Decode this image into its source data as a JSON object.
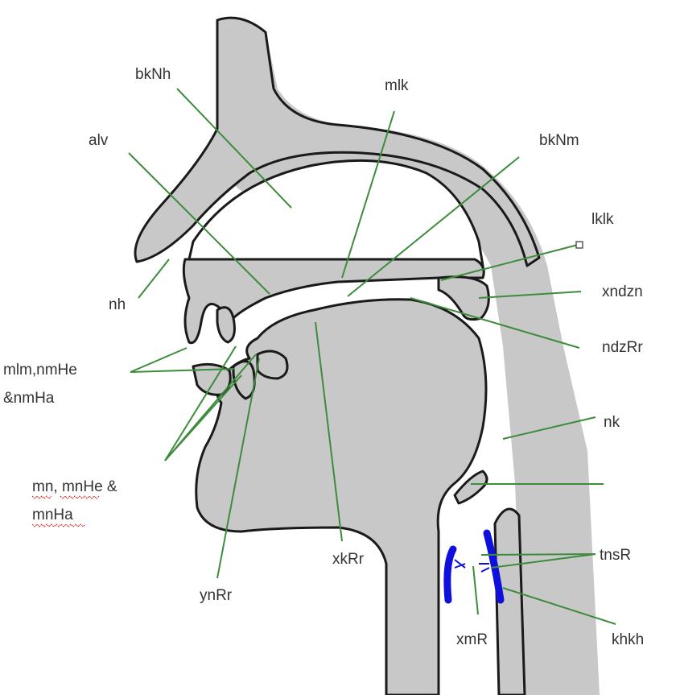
{
  "labels": {
    "nasal_cavity": "bkNh",
    "alveolar": "alv",
    "hard_palate": "mlk",
    "soft_palate": "bkNm",
    "uvula": "lklk",
    "velum_edge": "xndzn",
    "tongue_back": "ndzRr",
    "nose": "nh",
    "teeth": "mlm,nmHe",
    "teeth_line2": "&nmHa",
    "lips": "mn, mnHe &",
    "lips_line2": "mnHa",
    "pharynx": "nk",
    "tongue_body": "xkRr",
    "tongue_tip": "ynRr",
    "vocal_folds": "tnsR",
    "glottis": "xmR",
    "larynx": "khkh"
  },
  "colors": {
    "tissue": "#c8c8c8",
    "outline": "#1a1a1a",
    "leader": "#3c8c3c",
    "vocal_fold": "#1010dd",
    "spellcheck": "#d02020"
  }
}
